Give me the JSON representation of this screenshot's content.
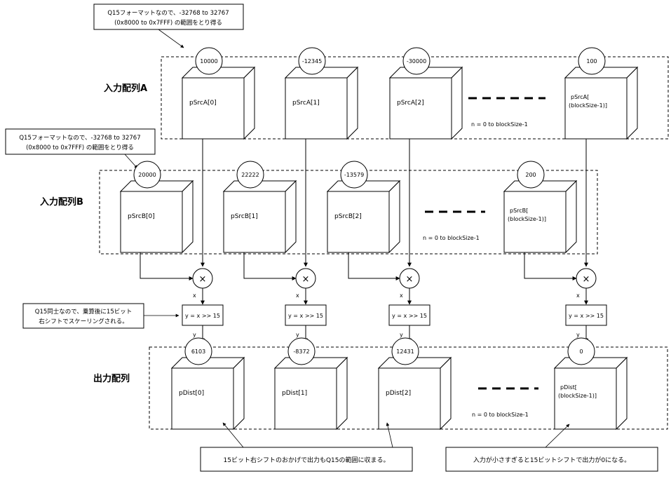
{
  "notes": {
    "q15_range_line1": "Q15フォーマットなので、-32768 to 32767",
    "q15_range_line2": "(0x8000 to 0x7FFF) の範囲をとり得る",
    "scaling_line1": "Q15同士なので、乗算後に15ビット",
    "scaling_line2": "右シフトでスケーリングされる。",
    "shift_result": "15ビット右シフトのおかげで出力もQ15の範囲に収まる。",
    "underflow": "入力が小さすぎると15ビットシフトで出力が0になる。"
  },
  "arrays": {
    "a": {
      "title": "入力配列A",
      "range": "n = 0 to blockSize-1",
      "items": [
        {
          "label": "pSrcA[0]",
          "value": "10000"
        },
        {
          "label": "pSrcA[1]",
          "value": "-12345"
        },
        {
          "label": "pSrcA[2]",
          "value": "-30000"
        }
      ],
      "last": {
        "label_line1": "pSrcA[",
        "label_line2": "(blockSize-1)]",
        "value": "100"
      }
    },
    "b": {
      "title": "入力配列B",
      "range": "n = 0 to blockSize-1",
      "items": [
        {
          "label": "pSrcB[0]",
          "value": "20000"
        },
        {
          "label": "pSrcB[1]",
          "value": "22222"
        },
        {
          "label": "pSrcB[2]",
          "value": "-13579"
        }
      ],
      "last": {
        "label_line1": "pSrcB[",
        "label_line2": "(blockSize-1)]",
        "value": "200"
      }
    },
    "out": {
      "title": "出力配列",
      "range": "n = 0 to blockSize-1",
      "items": [
        {
          "label": "pDist[0]",
          "value": "6103"
        },
        {
          "label": "pDist[1]",
          "value": "-8372"
        },
        {
          "label": "pDist[2]",
          "value": "12431"
        }
      ],
      "last": {
        "label_line1": "pDist[",
        "label_line2": "(blockSize-1)]",
        "value": "0"
      }
    }
  },
  "ops": {
    "multiply_symbol": "×",
    "shift_formula": "y = x >> 15",
    "x_label": "x",
    "y_label": "y"
  }
}
